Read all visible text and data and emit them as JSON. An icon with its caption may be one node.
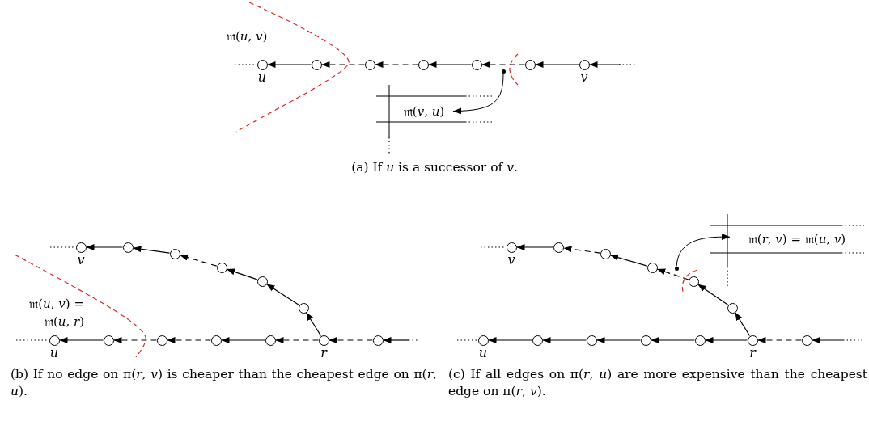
{
  "diagram": {
    "nodes": [
      {
        "text": [],
        "shape": "circle",
        "beside": [
          "u"
        ]
      },
      {
        "text": [],
        "shape": "circle"
      },
      {
        "text": [],
        "shape": "circle"
      },
      {
        "text": [],
        "shape": "circle"
      },
      {
        "text": [],
        "shape": "circle"
      },
      {
        "text": [],
        "shape": "circle"
      },
      {
        "text": [],
        "shape": "circle",
        "beside": [
          "v"
        ]
      },
      {
        "text": [],
        "shape": "circle"
      },
      {
        "text": [
          "𝔪(*v*, *u*)"
        ]
      },
      {
        "text": [],
        "shape": "circle",
        "beside": [
          "v"
        ]
      },
      {
        "text": [],
        "shape": "circle"
      },
      {
        "text": [],
        "shape": "circle"
      },
      {
        "text": [],
        "shape": "circle"
      },
      {
        "text": [],
        "shape": "circle"
      },
      {
        "text": [],
        "shape": "circle"
      },
      {
        "text": [],
        "shape": "circle",
        "beside": [
          "u"
        ]
      },
      {
        "text": [],
        "shape": "circle"
      },
      {
        "text": [],
        "shape": "circle"
      },
      {
        "text": [],
        "shape": "circle"
      },
      {
        "text": [],
        "shape": "circle"
      },
      {
        "text": [],
        "shape": "circle",
        "beside": [
          "r"
        ]
      },
      {
        "text": [],
        "shape": "circle"
      },
      {
        "text": [],
        "shape": "circle",
        "beside": [
          "v"
        ]
      },
      {
        "text": [],
        "shape": "circle"
      },
      {
        "text": [],
        "shape": "circle"
      },
      {
        "text": [],
        "shape": "circle"
      },
      {
        "text": [],
        "shape": "circle"
      },
      {
        "text": [],
        "shape": "circle"
      },
      {
        "text": [],
        "shape": "circle",
        "beside": [
          "u"
        ]
      },
      {
        "text": [],
        "shape": "circle"
      },
      {
        "text": [],
        "shape": "circle"
      },
      {
        "text": [],
        "shape": "circle"
      },
      {
        "text": [],
        "shape": "circle"
      },
      {
        "text": [],
        "shape": "circle",
        "beside": [
          "r"
        ]
      },
      {
        "text": [],
        "shape": "circle"
      },
      {
        "text": [],
        "shape": "circle"
      },
      {
        "text": [
          "𝔪(*r*, *v*) = 𝔪(*u*, *v*)"
        ]
      }
    ],
    "edges": [
      {
        "from": null,
        "to": 6,
        "arrow": "to"
      },
      {
        "from": 6,
        "to": 5,
        "arrow": "to"
      },
      {
        "from": 5,
        "to": 4,
        "arrow": "to",
        "style": "dashed"
      },
      {
        "from": 4,
        "to": 3,
        "arrow": "to"
      },
      {
        "from": 3,
        "to": 2,
        "arrow": "to",
        "style": "dashed"
      },
      {
        "from": 2,
        "to": 1,
        "arrow": "to",
        "style": "dashed"
      },
      {
        "from": 1,
        "to": 0,
        "arrow": "to"
      },
      {
        "from": 7,
        "to": 8,
        "arrow": "to"
      },
      {
        "from": null,
        "to": 21,
        "arrow": "to"
      },
      {
        "from": 21,
        "to": 20,
        "arrow": "to",
        "style": "dashed"
      },
      {
        "from": 20,
        "to": 19,
        "arrow": "to",
        "style": "dashed"
      },
      {
        "from": 19,
        "to": 18,
        "arrow": "to"
      },
      {
        "from": 18,
        "to": 17,
        "arrow": "to",
        "style": "dashed"
      },
      {
        "from": 17,
        "to": 16,
        "arrow": "to",
        "style": "dashed"
      },
      {
        "from": 16,
        "to": 15,
        "arrow": "to"
      },
      {
        "from": 20,
        "to": 14,
        "arrow": "to"
      },
      {
        "from": 14,
        "to": 13,
        "arrow": "to"
      },
      {
        "from": 13,
        "to": 12,
        "arrow": "to"
      },
      {
        "from": 12,
        "to": 11,
        "arrow": "to",
        "style": "dashed"
      },
      {
        "from": 11,
        "to": 10,
        "arrow": "to"
      },
      {
        "from": 10,
        "to": 9,
        "arrow": "to"
      },
      {
        "from": null,
        "to": 34,
        "arrow": "to"
      },
      {
        "from": 34,
        "to": 33,
        "arrow": "to",
        "style": "dashed"
      },
      {
        "from": 33,
        "to": 32,
        "arrow": "to"
      },
      {
        "from": 32,
        "to": 31,
        "arrow": "to"
      },
      {
        "from": 31,
        "to": 30,
        "arrow": "to"
      },
      {
        "from": 30,
        "to": 29,
        "arrow": "to"
      },
      {
        "from": 29,
        "to": 28,
        "arrow": "to"
      },
      {
        "from": 33,
        "to": 27,
        "arrow": "to"
      },
      {
        "from": 27,
        "to": 26,
        "arrow": "to"
      },
      {
        "from": 26,
        "to": 25,
        "arrow": "to",
        "style": "dashed"
      },
      {
        "from": 25,
        "to": 24,
        "arrow": "to"
      },
      {
        "from": 24,
        "to": 23,
        "arrow": "to",
        "style": "dashed"
      },
      {
        "from": 23,
        "to": 22,
        "arrow": "to"
      },
      {
        "from": 35,
        "to": 36,
        "arrow": "to"
      }
    ],
    "labels": [
      "𝔪(*u*, *v*)",
      "(a) If *u* is a successor of *v*.",
      "𝔪(*u*, *v*) = 𝔪(*u*, *r*)",
      "(b) If no edge on π(*r*, *v*) is cheaper than the cheapest edge on π(*r*, *u*).",
      "(c) If all edges on π(*r*, *u*) are more expensive than the cheapest edge on π(*r*, *v*)."
    ]
  }
}
